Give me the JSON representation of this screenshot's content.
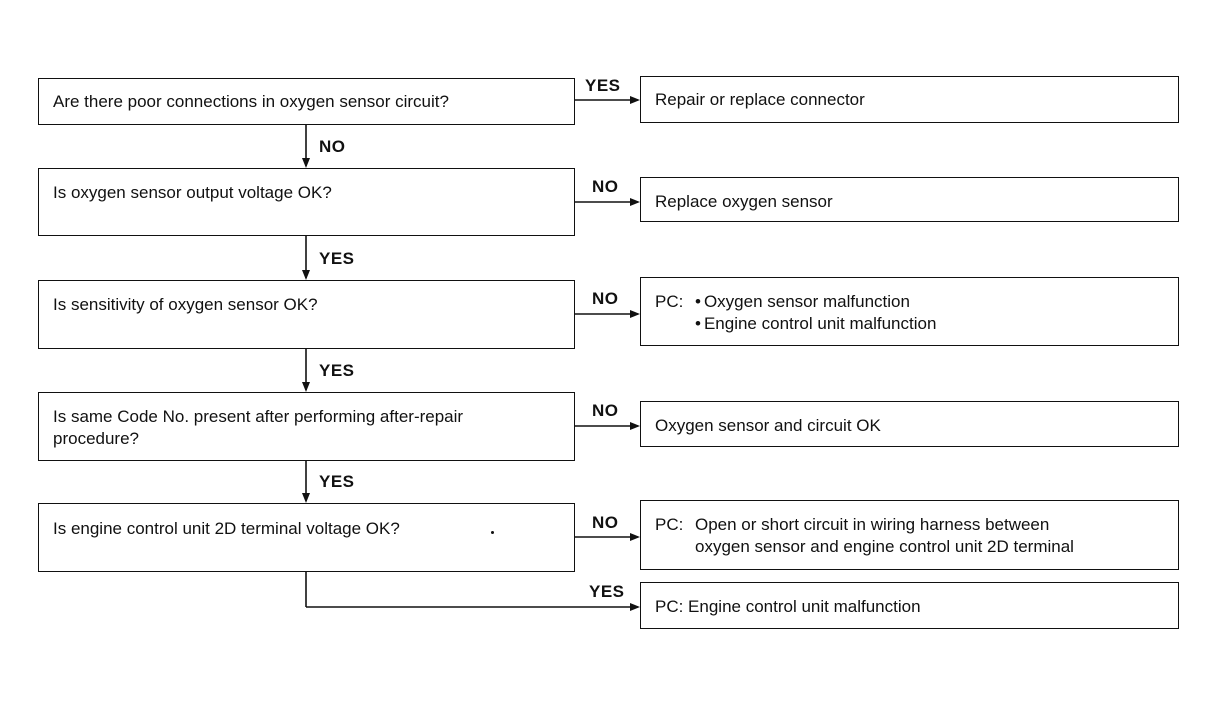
{
  "flowchart": {
    "steps": [
      {
        "question": "Are there poor connections in oxygen sensor circuit?",
        "branch": "YES",
        "result": "Repair or replace connector",
        "next": "NO"
      },
      {
        "question": "Is oxygen sensor output voltage OK?",
        "branch": "NO",
        "result": "Replace oxygen sensor",
        "next": "YES"
      },
      {
        "question": "Is sensitivity of oxygen sensor OK?",
        "branch": "NO",
        "result_prefix": "PC:",
        "result_items": [
          "Oxygen sensor malfunction",
          "Engine control unit malfunction"
        ],
        "next": "YES"
      },
      {
        "question_lines": [
          "Is same Code No. present after performing after-repair",
          "procedure?"
        ],
        "branch": "NO",
        "result": "Oxygen sensor and circuit OK",
        "next": "YES"
      },
      {
        "question": "Is engine control unit 2D terminal voltage OK?",
        "branch": "NO",
        "result_prefix": "PC:",
        "result_lines": [
          "Open or short circuit in wiring harness between",
          "oxygen sensor and engine control unit 2D terminal"
        ]
      }
    ],
    "final": {
      "branch": "YES",
      "result": "PC: Engine control unit malfunction"
    }
  },
  "colors": {
    "ink": "#111111",
    "paper": "#ffffff"
  }
}
